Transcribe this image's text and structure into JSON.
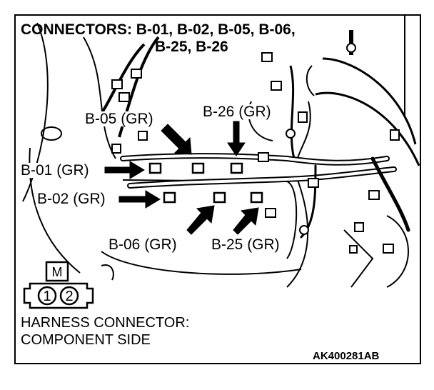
{
  "title": {
    "line1": "CONNECTORS: B-01, B-02, B-05, B-06,",
    "line2": "B-25, B-26"
  },
  "connector_labels": {
    "b05": "B-05 (GR)",
    "b26": "B-26 (GR)",
    "b01": "B-01 (GR)",
    "b02": "B-02 (GR)",
    "b06": "B-06 (GR)",
    "b25": "B-25 (GR)"
  },
  "harness_symbol": {
    "key_letter": "M",
    "pin1": "1",
    "pin2": "2"
  },
  "footer": {
    "line1": "HARNESS CONNECTOR:",
    "line2": "COMPONENT SIDE"
  },
  "figure_code": "AK400281AB"
}
